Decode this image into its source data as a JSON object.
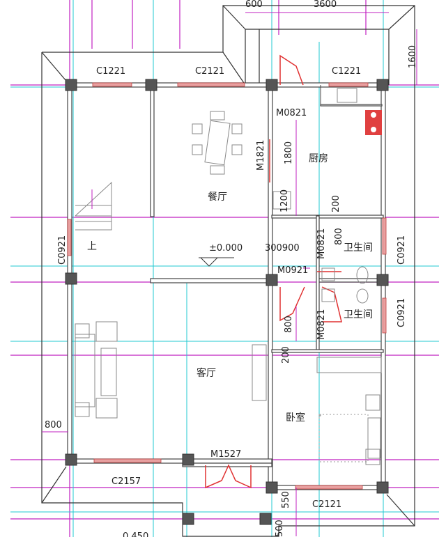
{
  "rooms": {
    "dining": "餐厅",
    "kitchen": "厨房",
    "bath1": "卫生间",
    "bath2": "卫生间",
    "living": "客厅",
    "bedroom": "卧室",
    "stair_up": "上"
  },
  "windows": {
    "w1": "C1221",
    "w2": "C2121",
    "w3": "C1221",
    "w4": "C0921",
    "w5": "C0921",
    "w6": "C0921",
    "w7": "C2157",
    "w8": "C2121"
  },
  "doors": {
    "d1": "M0821",
    "d2": "M1821",
    "d3": "M0821",
    "d4": "M0921",
    "d5": "M0821",
    "d6": "M1527"
  },
  "dimensions": {
    "top1": "600",
    "top2": "3600",
    "right1": "1600",
    "k1": "1800",
    "k2": "1200",
    "k3": "200",
    "b1": "800",
    "b2": "300900",
    "b3": "800",
    "b4": "200",
    "left1": "800",
    "bot1": "550",
    "bot2": "500",
    "bot3": "0.450"
  },
  "elevation": "±0.000",
  "colors": {
    "axis": "#c020c0",
    "grid": "#20c8d0",
    "window": "#e8a0a0",
    "door": "#e03030"
  }
}
